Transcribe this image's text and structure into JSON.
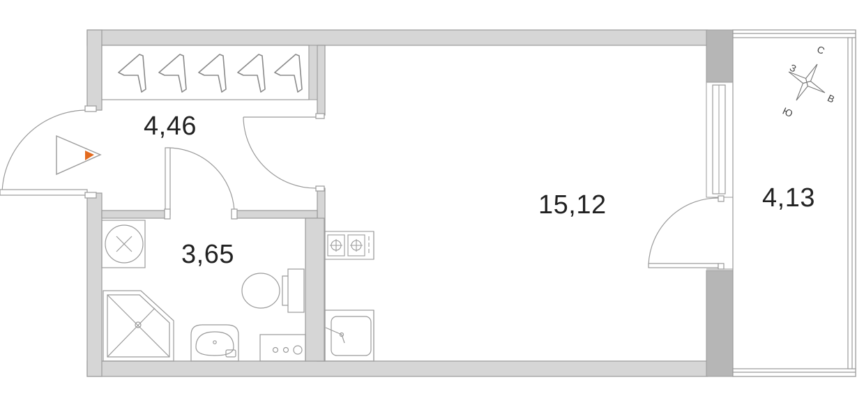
{
  "rooms": {
    "hall_area": "4,46",
    "bathroom_area": "3,65",
    "living_area": "15,12",
    "balcony_area": "4,13"
  },
  "compass": {
    "north": "С",
    "west": "З",
    "east": "В",
    "south": "Ю"
  },
  "colors": {
    "wall_fill": "#d4d4d4",
    "wall_stroke": "#999999",
    "window_block": "#b4b4b4",
    "entry_arrow": "#e36a1e"
  },
  "icons": [
    "hanger-icon",
    "ventilation-icon",
    "shower-icon",
    "washbasin-icon",
    "toilet-icon",
    "washing-machine-icon",
    "stove-icon",
    "sink-icon",
    "entry-arrow-icon",
    "compass-icon"
  ]
}
